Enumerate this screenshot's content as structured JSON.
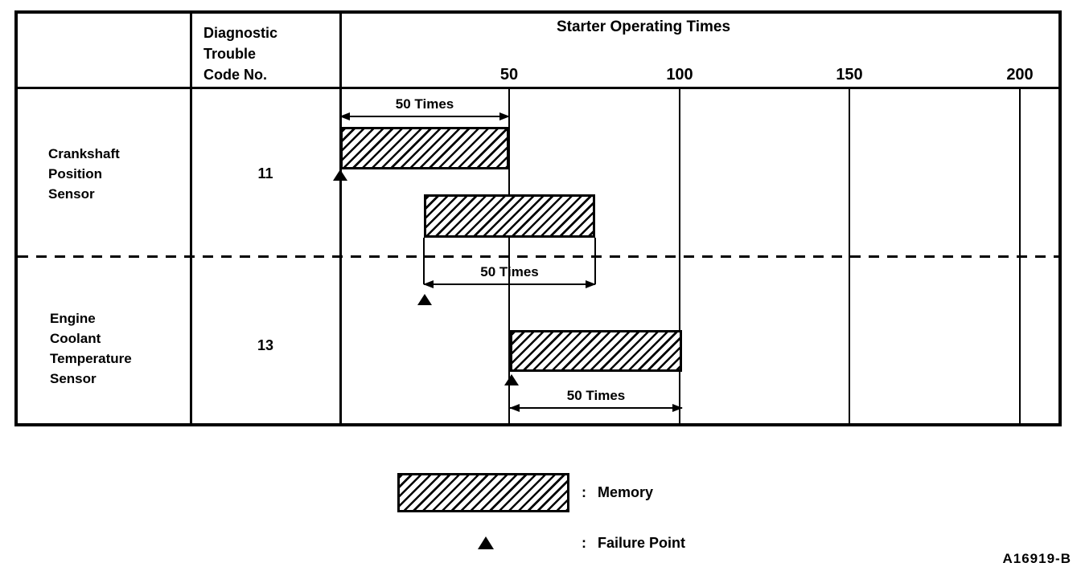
{
  "table": {
    "header": {
      "dtc_column": "Diagnostic\nTrouble\nCode No.",
      "chart_title": "Starter Operating Times",
      "ticks": [
        "50",
        "100",
        "150",
        "200"
      ]
    },
    "rows": [
      {
        "sensor": "Crankshaft\nPosition\nSensor",
        "dtc": "11"
      },
      {
        "sensor": "Engine\nCoolant\nTemperature\nSensor",
        "dtc": "13"
      }
    ]
  },
  "chart_data": {
    "type": "bar",
    "subtype": "gantt-range-bars",
    "title": "Starter Operating Times",
    "xlabel": "Starter Operating Times",
    "x_ticks": [
      50,
      100,
      150,
      200
    ],
    "xlim": [
      0,
      212
    ],
    "grid": true,
    "rows": [
      "Crankshaft Position Sensor (DTC 11)",
      "Engine Coolant Temperature Sensor (DTC 13)"
    ],
    "bars": [
      {
        "row": "Crankshaft Position Sensor",
        "dtc": "11",
        "start": 0,
        "end": 50,
        "duration_label": "50 Times",
        "failure_point": 0
      },
      {
        "row": "Crankshaft Position Sensor",
        "dtc": "11",
        "start": 25,
        "end": 75,
        "duration_label": "50 Times",
        "failure_point": 25
      },
      {
        "row": "Engine Coolant Temperature Sensor",
        "dtc": "13",
        "start": 50,
        "end": 100,
        "duration_label": "50 Times",
        "failure_point": 50
      }
    ],
    "legend_position": "below"
  },
  "legend": {
    "items": [
      {
        "symbol": "hatched-bar",
        "separator": ":",
        "label": "Memory"
      },
      {
        "symbol": "filled-triangle",
        "separator": ":",
        "label": "Failure Point"
      }
    ]
  },
  "figure_code": "A16919-B"
}
